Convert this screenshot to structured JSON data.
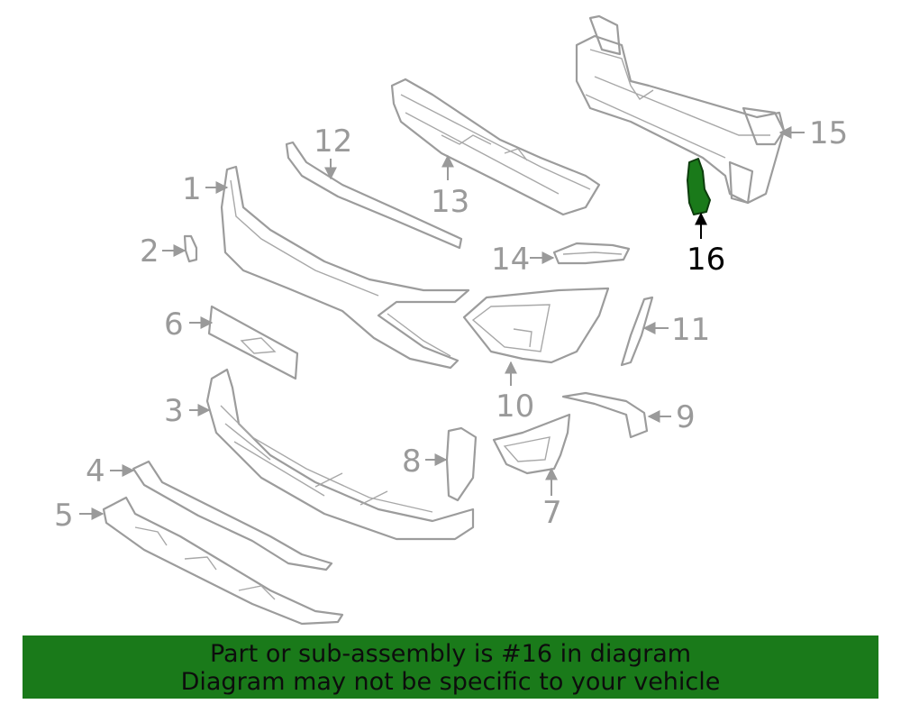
{
  "diagram": {
    "highlight_color": "#1a7a1a",
    "callouts": {
      "c1": "1",
      "c2": "2",
      "c3": "3",
      "c4": "4",
      "c5": "5",
      "c6": "6",
      "c7": "7",
      "c8": "8",
      "c9": "9",
      "c10": "10",
      "c11": "11",
      "c12": "12",
      "c13": "13",
      "c14": "14",
      "c15": "15",
      "c16": "16"
    },
    "highlighted_part": "16"
  },
  "banner": {
    "line1": "Part or sub-assembly is #16 in diagram",
    "line2": "Diagram may not be specific to your vehicle"
  }
}
